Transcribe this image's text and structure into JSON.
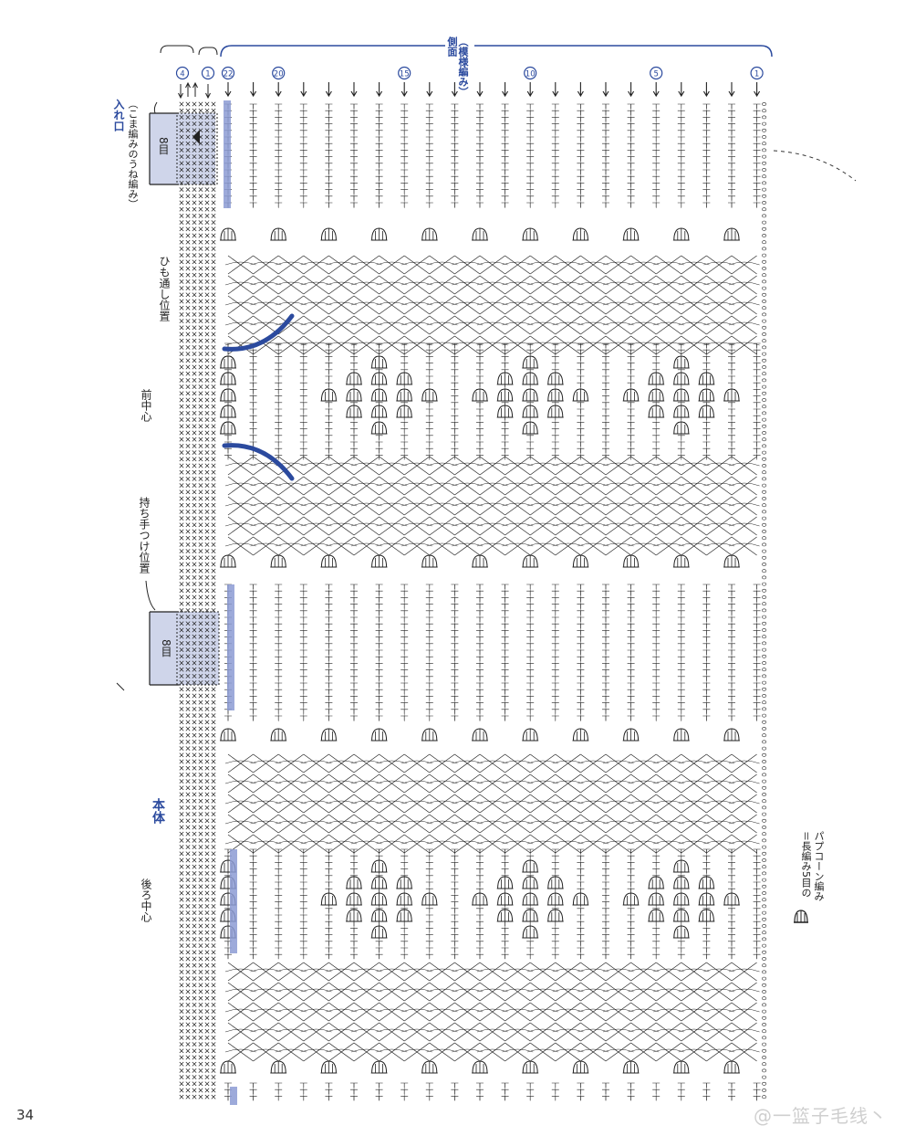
{
  "header": {
    "side_label": "側面",
    "side_pattern": "（模様編み）",
    "marker_numbers": [
      "22",
      "20",
      "15",
      "10",
      "5",
      "1"
    ],
    "left_numbers": [
      "4",
      "1"
    ]
  },
  "labels": {
    "opening": "入れ口",
    "opening_sub": "（こま編みのうね編み）",
    "front_center": "前中心",
    "cord_position": "ひも通し位置",
    "handle_position": "持ち手つけ位置",
    "body": "本体",
    "back_center": "後ろ中心",
    "stitch_count": "8目"
  },
  "legend": {
    "line1": "＝長編み5目の",
    "line2": "パプコーン編み"
  },
  "footer": {
    "page_number": "34",
    "watermark": "@一篮子毛线丶"
  },
  "colors": {
    "accent": "#2b4a9e",
    "highlight": "#8c9bd4",
    "box_fill": "#cfd5ea",
    "ink": "#222222"
  }
}
